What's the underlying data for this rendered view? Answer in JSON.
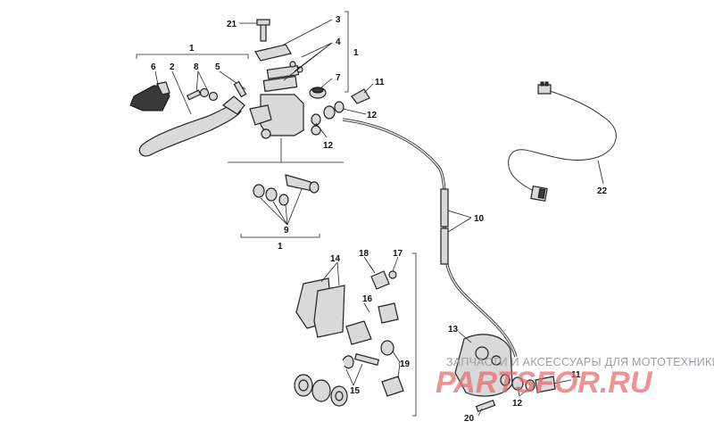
{
  "labels": {
    "l1a": "1",
    "l1b": "1",
    "l1c": "1",
    "l2": "2",
    "l3": "3",
    "l4": "4",
    "l5": "5",
    "l6": "6",
    "l7": "7",
    "l8": "8",
    "l9": "9",
    "l10": "10",
    "l11a": "11",
    "l11b": "11",
    "l12a": "12",
    "l12b": "12",
    "l12c": "12",
    "l13": "13",
    "l14": "14",
    "l15": "15",
    "l16": "16",
    "l17": "17",
    "l18": "18",
    "l19": "19",
    "l20": "20",
    "l21": "21",
    "l22": "22"
  },
  "watermark": {
    "line1": "ЗАПЧАСТИ И АКСЕССУАРЫ ДЛЯ МОТОТЕХНИКИ",
    "line2": "PARTSFOR.RU"
  }
}
